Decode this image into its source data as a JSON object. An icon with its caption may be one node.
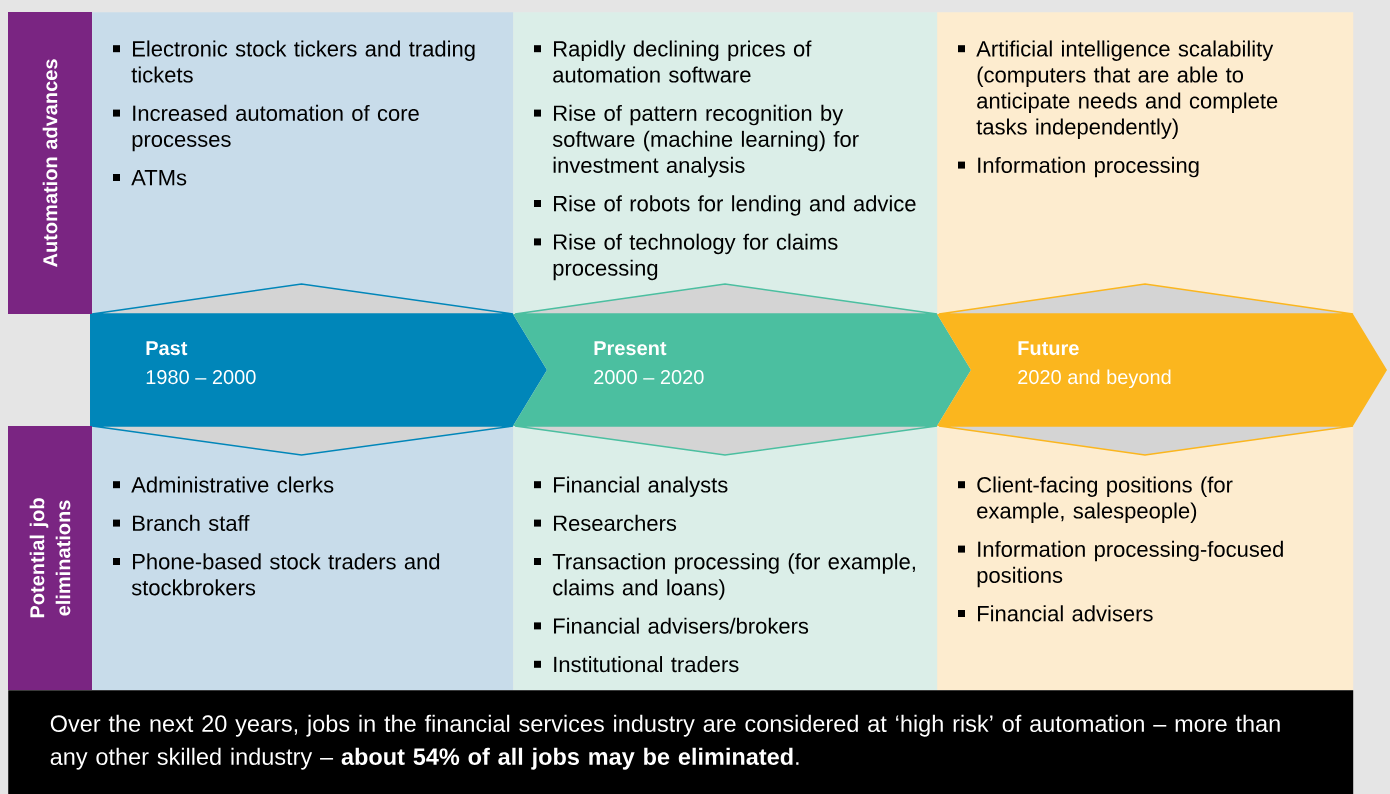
{
  "diagram": {
    "nodes": [
      {
        "text": [
          "Automation advances"
        ]
      },
      {
        "text": [
          "Potential job eliminations"
        ]
      },
      {
        "text": [
          "Past",
          "1980 – 2000"
        ]
      },
      {
        "text": [
          "Present",
          "2000 – 2020"
        ]
      },
      {
        "text": [
          "Future",
          "2020 and beyond"
        ]
      },
      {
        "text": [
          "Electronic stock tickers and trading tickets",
          "Increased automation of core processes",
          "ATMs"
        ]
      },
      {
        "text": [
          "Rapidly declining prices of automation software",
          "Rise of pattern recognition by software (machine learning) for investment analysis",
          "Rise of robots for lending and advice",
          "Rise of technology for claims processing"
        ]
      },
      {
        "text": [
          "Artificial intelligence scalability (computers that are able to anticipate needs and complete tasks independently)",
          "Information processing"
        ]
      },
      {
        "text": [
          "Administrative clerks",
          "Branch staff",
          "Phone-based stock traders and stockbrokers"
        ]
      },
      {
        "text": [
          "Financial analysts",
          "Researchers",
          "Transaction processing (for example, claims and loans)",
          "Financial advisers/brokers",
          "Institutional traders"
        ]
      },
      {
        "text": [
          "Client-facing positions (for example, salespeople)",
          "Information processing-focused positions",
          "Financial advisers"
        ]
      },
      {
        "text": [
          "Over the next 20 years, jobs in the financial services industry are considered at ‘high risk’ of automation  –  more than any other skilled industry – **about 54% of all jobs may be eliminated**."
        ]
      }
    ]
  }
}
